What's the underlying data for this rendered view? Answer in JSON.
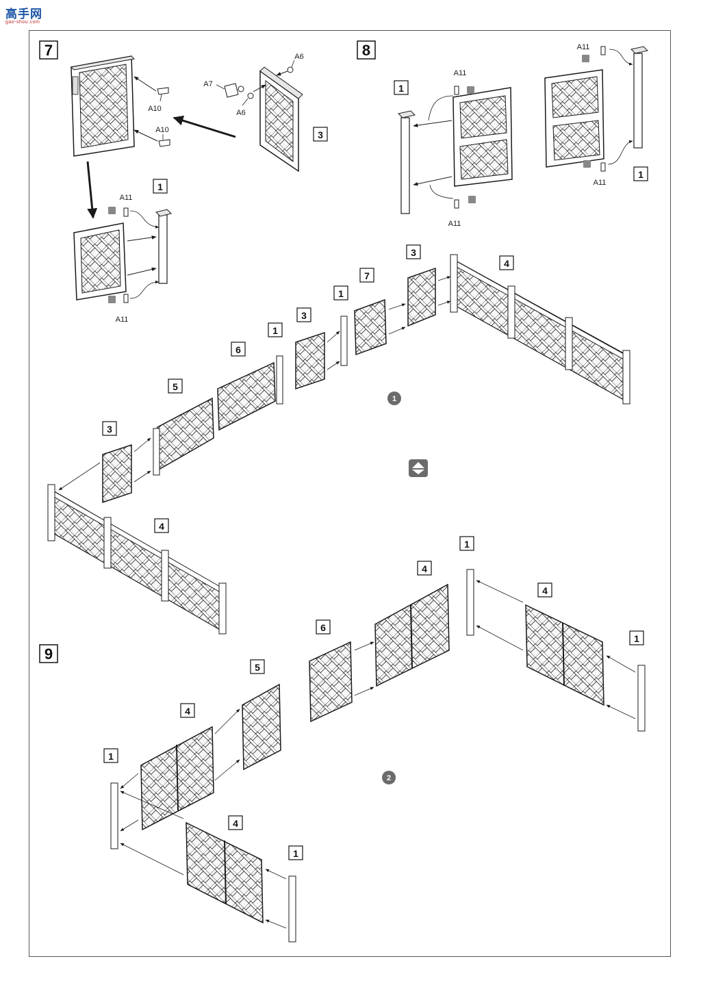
{
  "watermark": {
    "cn": "高手网",
    "en": "gao-shou.com"
  },
  "steps": {
    "s7": "7",
    "s8": "8",
    "s9": "9"
  },
  "parts": {
    "p1": "1",
    "p3": "3",
    "p4": "4",
    "p5": "5",
    "p6": "6",
    "p7": "7"
  },
  "part_codes": {
    "a6": "A6",
    "a7": "A7",
    "a10": "A10",
    "a11": "A11"
  },
  "variants": {
    "v1": "1",
    "v2": "2"
  },
  "colors": {
    "line": "#1a1a1a",
    "fill": "#f4f4f4",
    "badge": "#6b6b6b"
  }
}
